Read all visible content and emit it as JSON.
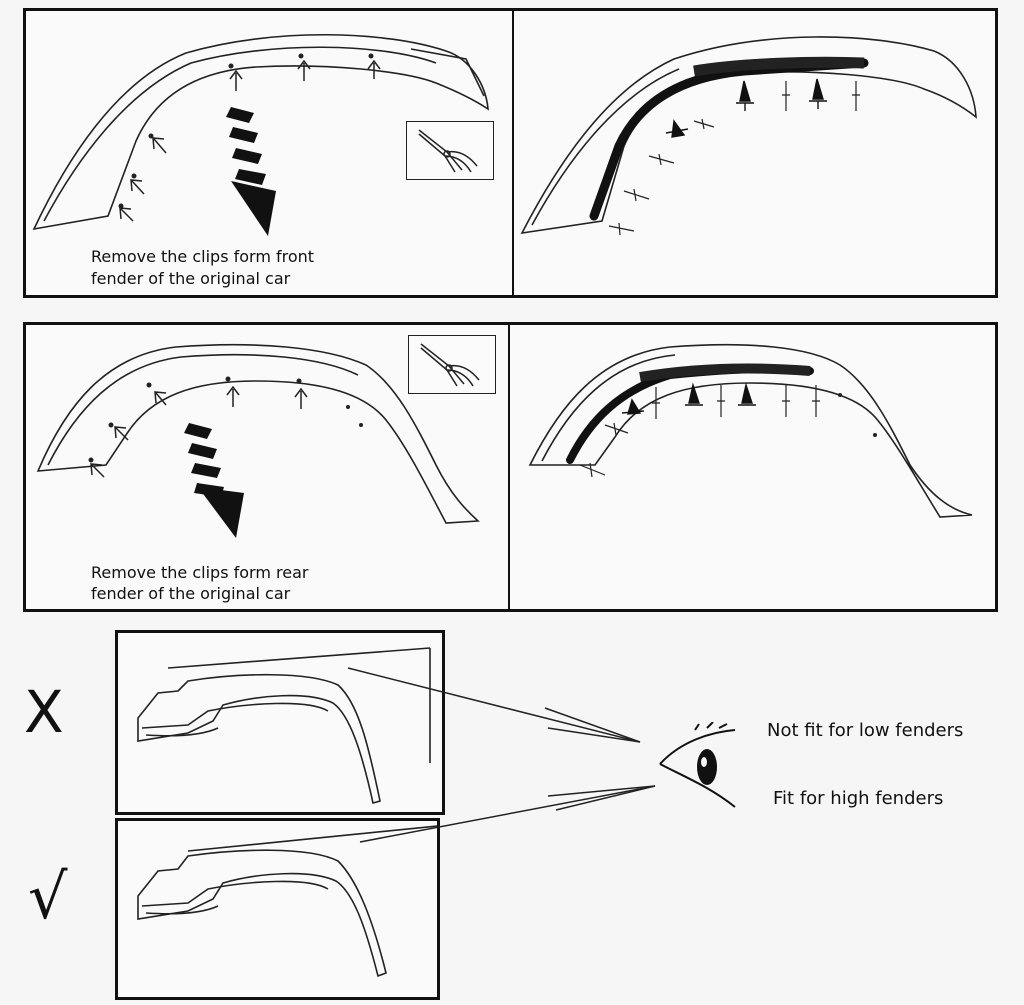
{
  "step1": {
    "caption_line1": "Remove the clips form front",
    "caption_line2": "fender of the original car"
  },
  "step2": {
    "caption_line1": "Remove the clips form rear",
    "caption_line2": "fender of the original car"
  },
  "fit_guide": {
    "wrong_mark": "X",
    "right_mark": "√",
    "not_fit_label": "Not fit for low fenders",
    "fit_label": "Fit for high fenders"
  }
}
